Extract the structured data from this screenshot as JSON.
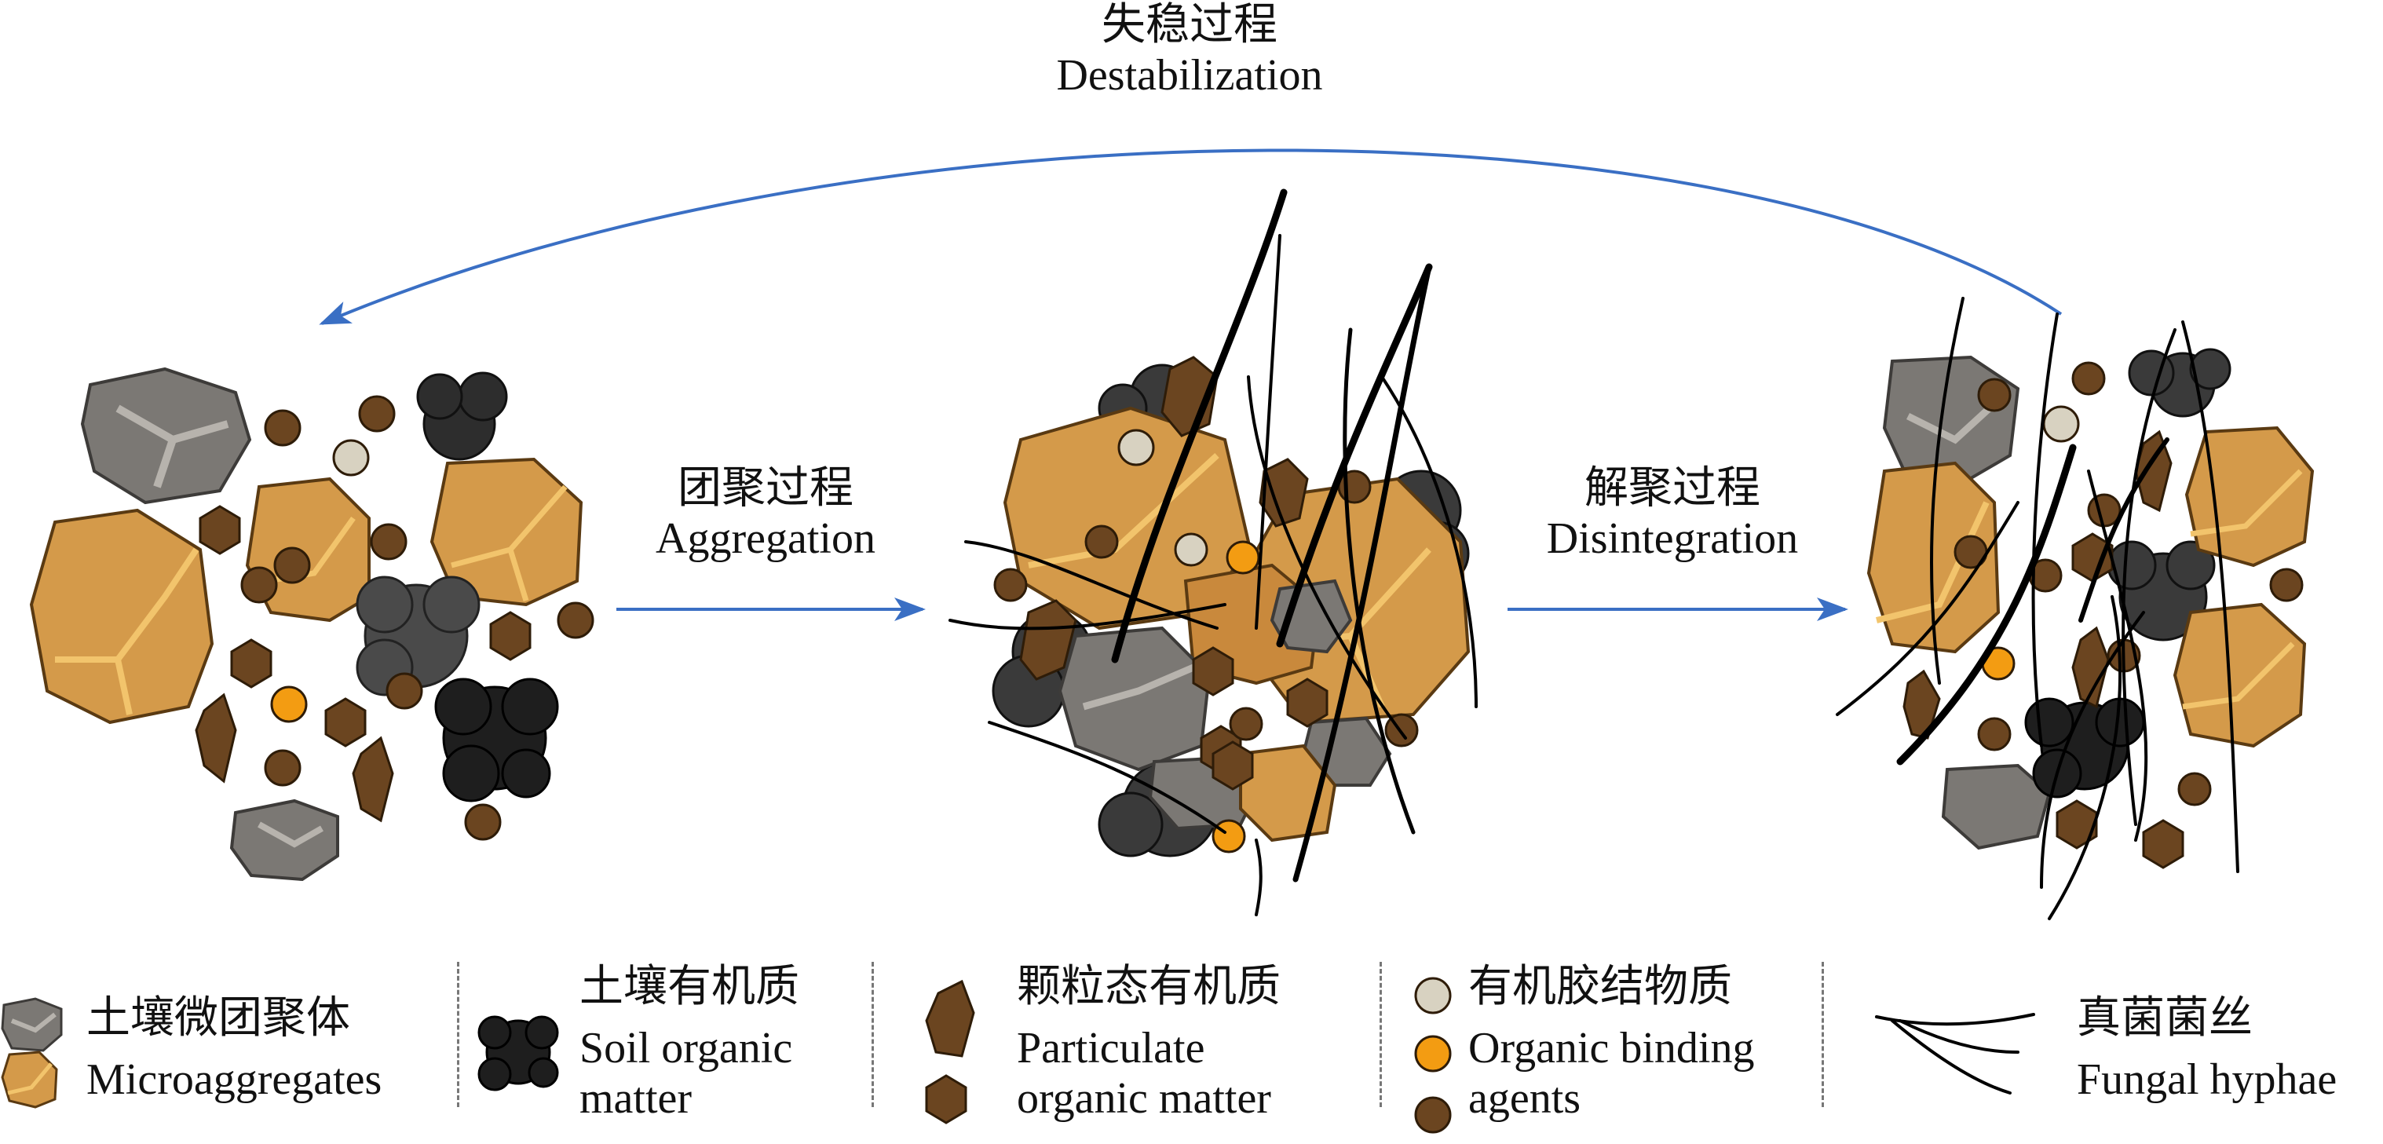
{
  "process": {
    "destabilization_cn": "失稳过程",
    "destabilization_en": "Destabilization",
    "aggregation_cn": "团聚过程",
    "aggregation_en": "Aggregation",
    "disintegration_cn": "解聚过程",
    "disintegration_en": "Disintegration"
  },
  "legend": {
    "microaggregates_cn": "土壤微团聚体",
    "microaggregates_en": "Microaggregates",
    "som_cn": "土壤有机质",
    "som_en_1": "Soil organic",
    "som_en_2": "matter",
    "pom_cn": "颗粒态有机质",
    "pom_en_1": "Particulate",
    "pom_en_2": "organic matter",
    "oba_cn": "有机胶结物质",
    "oba_en_1": "Organic binding",
    "oba_en_2": "agents",
    "hyphae_cn": "真菌菌丝",
    "hyphae_en": "Fungal hyphae"
  },
  "colors": {
    "arrow": "#3a6fc4",
    "tan_aggregate": "#d49a4a",
    "tan_highlight": "#f2c46c",
    "grey_aggregate": "#7b7874",
    "som_black": "#2d2d2d",
    "pom_brown": "#5f3c14",
    "binding_beige": "#d8d2c1",
    "binding_orange": "#f39c12",
    "binding_brown": "#6b4520"
  }
}
